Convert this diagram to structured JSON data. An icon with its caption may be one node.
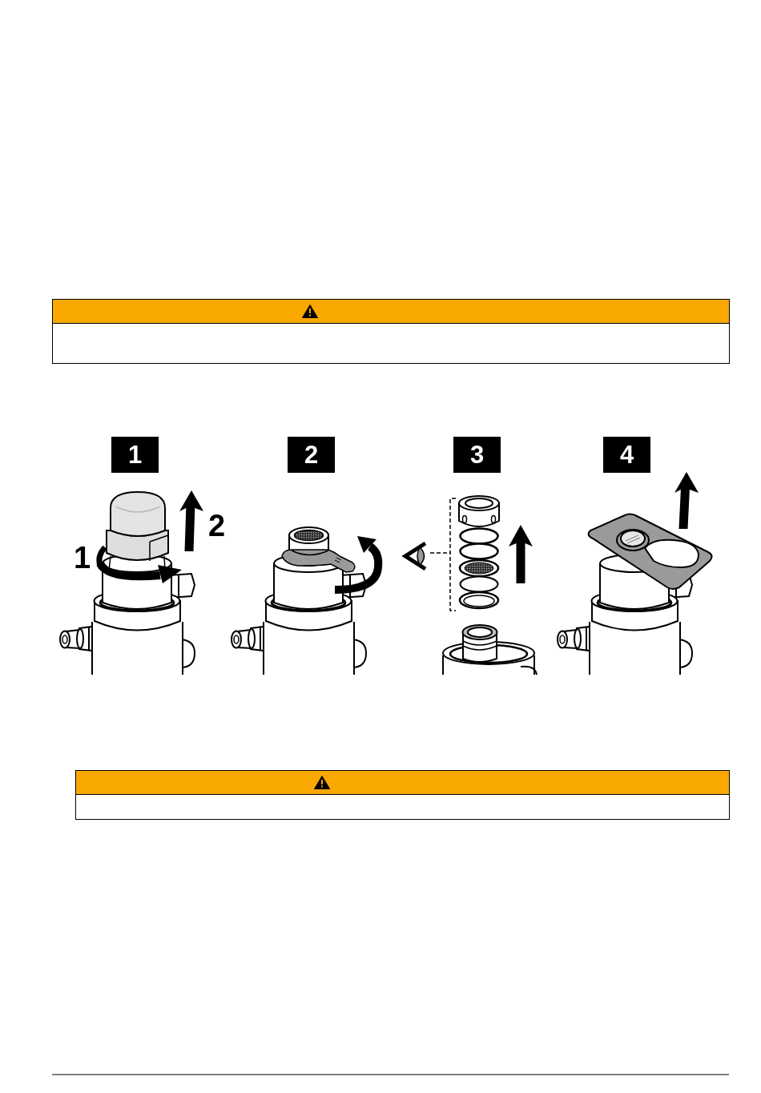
{
  "diagram": {
    "nodes": [
      {
        "text": [
          "1"
        ]
      },
      {
        "text": [
          "2"
        ]
      },
      {
        "text": [
          "3"
        ]
      },
      {
        "text": [
          "4"
        ]
      }
    ],
    "labels": [
      "1",
      "2"
    ]
  }
}
